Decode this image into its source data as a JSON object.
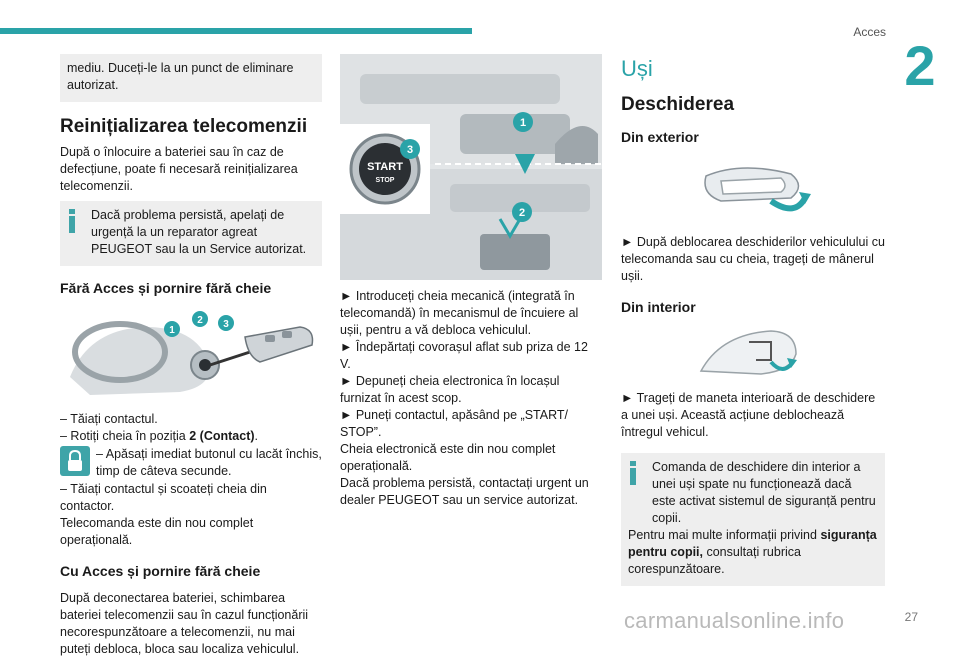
{
  "header": {
    "section": "Acces",
    "chapter_number": "2"
  },
  "col1": {
    "continued_box": "mediu. Duceți-le la un punct de eliminare autorizat.",
    "reset_title": "Reinițializarea telecomenzii",
    "reset_text": "După o înlocuire a bateriei sau în caz de defecțiune, poate fi necesară reinițializarea telecomenzii.",
    "reset_info": "Dacă problema persistă, apelați de urgență la un reparator agreat PEUGEOT sau la un Service autorizat.",
    "without_title": "Fără Acces și pornire fără cheie",
    "illus_badges": [
      "1",
      "2",
      "3"
    ],
    "step1": "– Tăiați contactul.",
    "step2_prefix": "– Rotiți cheia în poziția ",
    "step2_bold": "2 (Contact)",
    "step2_suffix": ".",
    "step3": "– Apăsați imediat butonul cu lacăt închis, timp de câteva secunde.",
    "step4": "– Tăiați contactul și scoateți cheia din contactor.",
    "step5": "Telecomanda este din nou complet operațională.",
    "with_title": "Cu Acces și pornire fără cheie",
    "with_text": "După deconectarea bateriei, schimbarea bateriei telecomenzii sau în cazul funcționării necorespunzătoare a telecomenzii, nu mai puteți debloca, bloca sau localiza vehiculul."
  },
  "col2": {
    "illus_badges": [
      "1",
      "2",
      "3"
    ],
    "start_stop_top": "START",
    "start_stop_bottom": "STOP",
    "p1": "► Introduceți cheia mecanică (integrată în telecomandă) în mecanismul de încuiere al ușii, pentru a vă debloca vehiculul.",
    "p2": "► Îndepărtați covorașul aflat sub priza de 12 V.",
    "p3": "► Depuneți cheia electronica în locașul furnizat în acest scop.",
    "p4": "► Puneți contactul, apăsând pe „START/ STOP”.",
    "p5": "Cheia electronică este din nou complet operațională.",
    "p6": "Dacă problema persistă, contactați urgent un dealer PEUGEOT sau un service autorizat."
  },
  "col3": {
    "title": "Uși",
    "subtitle": "Deschiderea",
    "outside_title": "Din exterior",
    "outside_text": "► După deblocarea deschiderilor vehiculului cu telecomanda sau cu cheia, trageți de mânerul ușii.",
    "inside_title": "Din interior",
    "inside_text": "► Trageți de maneta interioară de deschidere a unei uși. Această acțiune deblochează întregul vehicul.",
    "info_text1": "Comanda de deschidere din interior a unei uși spate nu funcționează dacă este activat sistemul de siguranță pentru copii.",
    "info_text2_pre": "Pentru mai multe informații privind ",
    "info_text2_bold": "siguranța pentru copii,",
    "info_text2_post": " consultați rubrica corespunzătoare."
  },
  "footer": {
    "page_number": "27",
    "watermark": "carmanualsonline.info"
  }
}
